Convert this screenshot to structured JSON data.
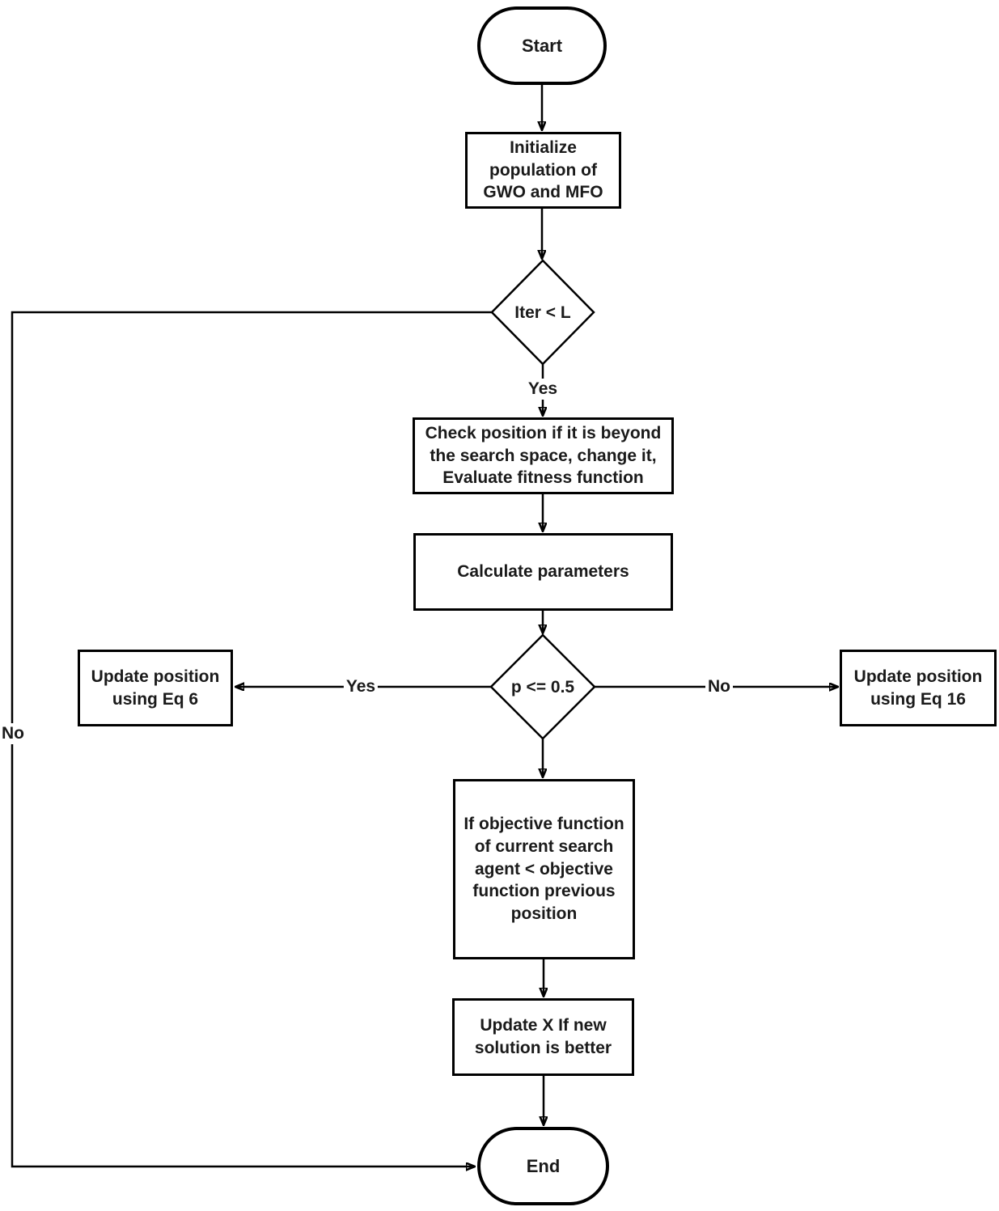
{
  "diagram": {
    "nodes": {
      "start": {
        "label": "Start",
        "type": "terminator"
      },
      "init": {
        "label": "Initialize\npopulation of\nGWO and MFO",
        "type": "process"
      },
      "iter_check": {
        "label": "Iter < L",
        "type": "decision"
      },
      "check_position": {
        "label": "Check position if it is beyond\nthe search space, change it,\nEvaluate fitness function",
        "type": "process"
      },
      "calculate": {
        "label": "Calculate parameters",
        "type": "process"
      },
      "p_check": {
        "label": "p <= 0.5",
        "type": "decision"
      },
      "update_eq6": {
        "label": "Update position\nusing Eq 6",
        "type": "process"
      },
      "update_eq16": {
        "label": "Update position\nusing Eq 16",
        "type": "process"
      },
      "objective": {
        "label": "If objective function\nof current search\nagent < objective\nfunction previous\nposition",
        "type": "process"
      },
      "update_x": {
        "label": "Update X If new\nsolution is better",
        "type": "process"
      },
      "end": {
        "label": "End",
        "type": "terminator"
      }
    },
    "edge_labels": {
      "iter_yes": "Yes",
      "iter_no": "No",
      "p_yes": "Yes",
      "p_no": "No"
    },
    "colors": {
      "stroke": "#000000",
      "text": "#1a1a1a",
      "background": "#ffffff"
    }
  }
}
